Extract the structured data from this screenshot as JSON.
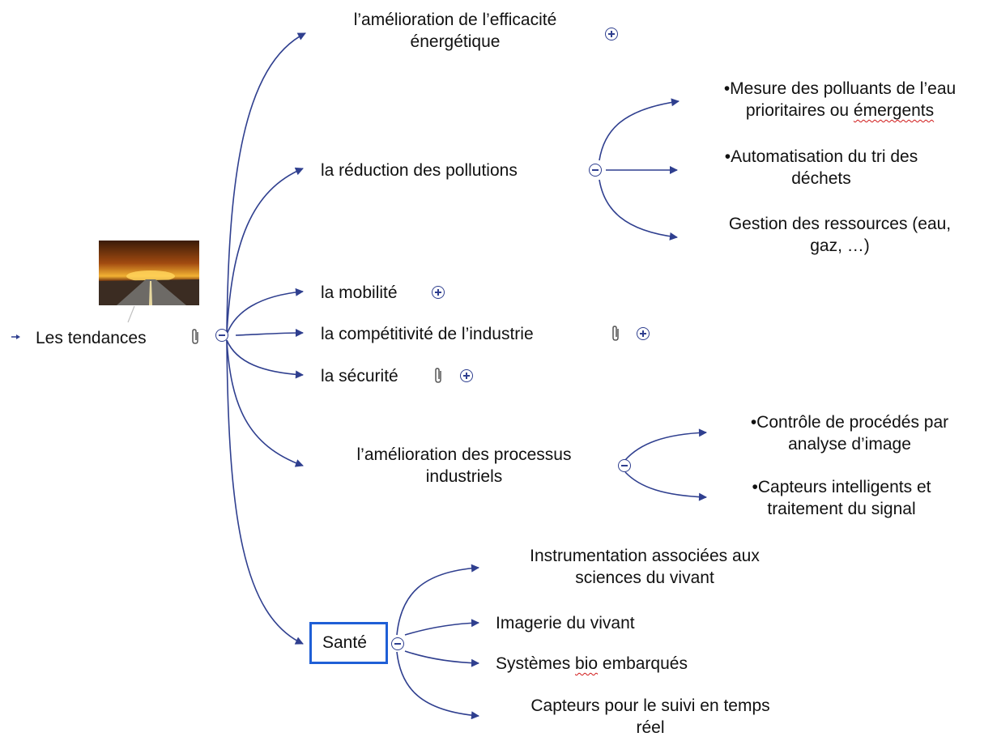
{
  "root": {
    "label": "Les tendances"
  },
  "branches": {
    "efficacite": {
      "line1": "l’amélioration de l’efficacité",
      "line2": "énergétique"
    },
    "pollutions": {
      "label": "la réduction des pollutions"
    },
    "mobilite": {
      "label": "la mobilité"
    },
    "competitivite": {
      "label": "la compétitivité de l’industrie"
    },
    "securite": {
      "label": "la sécurité"
    },
    "processus": {
      "line1": "l’amélioration des processus",
      "line2": "industriels"
    },
    "sante": {
      "label": "Santé"
    }
  },
  "pollution_children": [
    {
      "line1": "•Mesure des polluants de l’eau",
      "line2a": "prioritaires ou ",
      "line2b": "émergents"
    },
    {
      "line1": "•Automatisation du tri des",
      "line2": "déchets"
    },
    {
      "line1": "Gestion des ressources (eau,",
      "line2": "gaz, …)"
    }
  ],
  "processus_children": [
    {
      "line1": "•Contrôle de procédés par",
      "line2": "analyse d’image"
    },
    {
      "line1": "•Capteurs intelligents et",
      "line2": "traitement du signal"
    }
  ],
  "sante_children": [
    {
      "line1": "Instrumentation associées aux",
      "line2": "sciences du vivant"
    },
    {
      "line1": "Imagerie du vivant"
    },
    {
      "line1a": "Systèmes ",
      "line1b": "bio",
      "line1c": " embarqués"
    },
    {
      "line1": "Capteurs pour le suivi en temps",
      "line2": "réel"
    }
  ],
  "colors": {
    "connector": "#2f3f8f",
    "selection": "#1f5fd6",
    "text": "#111111",
    "spellcheck": "#d01818"
  },
  "icons": [
    "paperclip-icon",
    "expand-plus-icon",
    "collapse-minus-icon",
    "road-sunset-image"
  ]
}
